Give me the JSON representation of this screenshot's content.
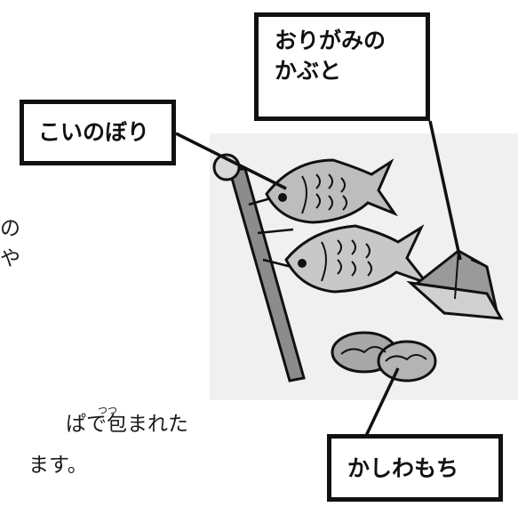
{
  "labels": {
    "koinobori": "こいのぼり",
    "kabuto_line1": "おりがみの",
    "kabuto_line2": "かぶと",
    "kashiwamochi": "かしわもち"
  },
  "body_text": {
    "line1_fragment": "の",
    "line2_fragment": "や",
    "line3_fragment": "ぱで包まれた",
    "line4_fragment": "ます。",
    "ruby_tsutsu": "つつ"
  },
  "colors": {
    "ink": "#111111",
    "carp_fill": "#bdbdbd",
    "pole_fill": "#8c8c8c",
    "mochi_fill": "#a8a8a8",
    "kabuto_fill": "#9a9a9a",
    "wash": "#ededed"
  },
  "icons": [
    "koinobori-pole-icon",
    "carp-streamer-icon",
    "paper-kabuto-icon",
    "kashiwamochi-icon"
  ]
}
